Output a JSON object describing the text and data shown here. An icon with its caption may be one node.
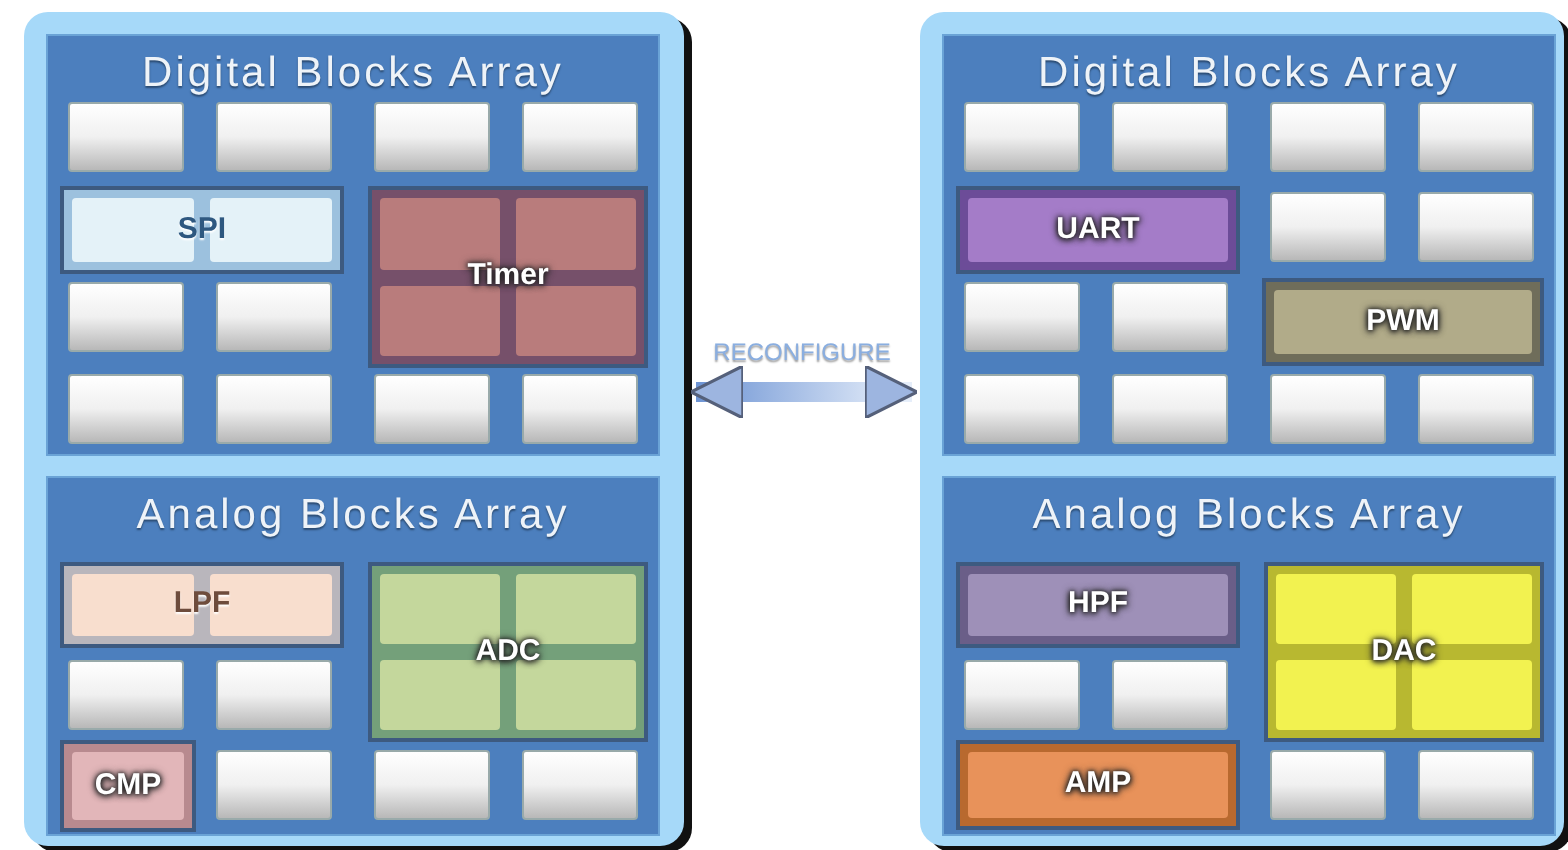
{
  "diagram": {
    "nodes": [
      {
        "text": [],
        "shape": "box"
      },
      {
        "text": [
          "Digital Blocks Array"
        ],
        "in": 0
      },
      {
        "text": [],
        "shape": "box",
        "in": 1
      },
      {
        "text": [],
        "shape": "box",
        "in": 1
      },
      {
        "text": [],
        "shape": "box",
        "in": 1
      },
      {
        "text": [],
        "shape": "box",
        "in": 1
      },
      {
        "text": [
          "SPI"
        ],
        "in": 1
      },
      {
        "text": [
          "Timer"
        ],
        "in": 1
      },
      {
        "text": [],
        "shape": "box",
        "in": 1
      },
      {
        "text": [],
        "shape": "box",
        "in": 1
      },
      {
        "text": [],
        "shape": "box",
        "in": 1
      },
      {
        "text": [],
        "shape": "box",
        "in": 1
      },
      {
        "text": [],
        "shape": "box",
        "in": 1
      },
      {
        "text": [],
        "shape": "box",
        "in": 1
      },
      {
        "text": [
          "Analog Blocks Array"
        ],
        "in": 0
      },
      {
        "text": [
          "LPF"
        ],
        "in": 14
      },
      {
        "text": [
          "ADC"
        ],
        "in": 14
      },
      {
        "text": [],
        "shape": "box",
        "in": 14
      },
      {
        "text": [],
        "shape": "box",
        "in": 14
      },
      {
        "text": [
          "CMP"
        ],
        "in": 14
      },
      {
        "text": [],
        "shape": "box",
        "in": 14
      },
      {
        "text": [],
        "shape": "box",
        "in": 14
      },
      {
        "text": [],
        "shape": "box",
        "in": 14
      },
      {
        "text": [],
        "shape": "box"
      },
      {
        "text": [
          "Digital Blocks Array"
        ],
        "in": 23
      },
      {
        "text": [],
        "shape": "box",
        "in": 24
      },
      {
        "text": [],
        "shape": "box",
        "in": 24
      },
      {
        "text": [],
        "shape": "box",
        "in": 24
      },
      {
        "text": [],
        "shape": "box",
        "in": 24
      },
      {
        "text": [
          "UART"
        ],
        "in": 24
      },
      {
        "text": [],
        "shape": "box",
        "in": 24
      },
      {
        "text": [],
        "shape": "box",
        "in": 24
      },
      {
        "text": [],
        "shape": "box",
        "in": 24
      },
      {
        "text": [],
        "shape": "box",
        "in": 24
      },
      {
        "text": [
          "PWM"
        ],
        "in": 24
      },
      {
        "text": [],
        "shape": "box",
        "in": 24
      },
      {
        "text": [],
        "shape": "box",
        "in": 24
      },
      {
        "text": [],
        "shape": "box",
        "in": 24
      },
      {
        "text": [],
        "shape": "box",
        "in": 24
      },
      {
        "text": [
          "Analog Blocks Array"
        ],
        "in": 23
      },
      {
        "text": [
          "HPF"
        ],
        "in": 39
      },
      {
        "text": [
          "DAC"
        ],
        "in": 39
      },
      {
        "text": [],
        "shape": "box",
        "in": 39
      },
      {
        "text": [],
        "shape": "box",
        "in": 39
      },
      {
        "text": [
          "AMP"
        ],
        "in": 39
      },
      {
        "text": [],
        "shape": "box",
        "in": 39
      },
      {
        "text": [],
        "shape": "box",
        "in": 39
      }
    ],
    "edges": [
      {
        "from": 0,
        "to": 23,
        "arrow": "both",
        "label": "RECONFIGURE"
      }
    ]
  }
}
